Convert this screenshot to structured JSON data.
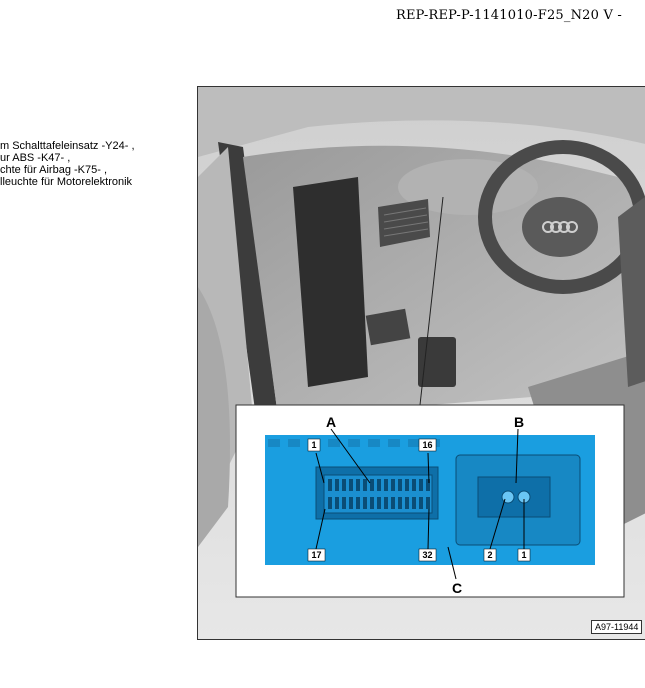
{
  "header": {
    "code": "REP-REP-P-1141010-F25_N20 V -"
  },
  "legend": {
    "items": [
      "m Schalttafeleinsatz -Y24- ,",
      "ur ABS -K47- ,",
      "chte für Airbag -K75- ,",
      "lleuchte für Motorelektronik"
    ]
  },
  "figure": {
    "id": "A97-11944",
    "labels": {
      "a": "A",
      "b": "B",
      "c": "C"
    },
    "pins_a": {
      "p1": "1",
      "p16": "16",
      "p17": "17",
      "p32": "32"
    },
    "pins_b": {
      "p2": "2",
      "p1": "1"
    },
    "colors": {
      "detail_fill": "#1a9ee0",
      "background": "#d6d6d6",
      "frame": "#333333"
    }
  }
}
